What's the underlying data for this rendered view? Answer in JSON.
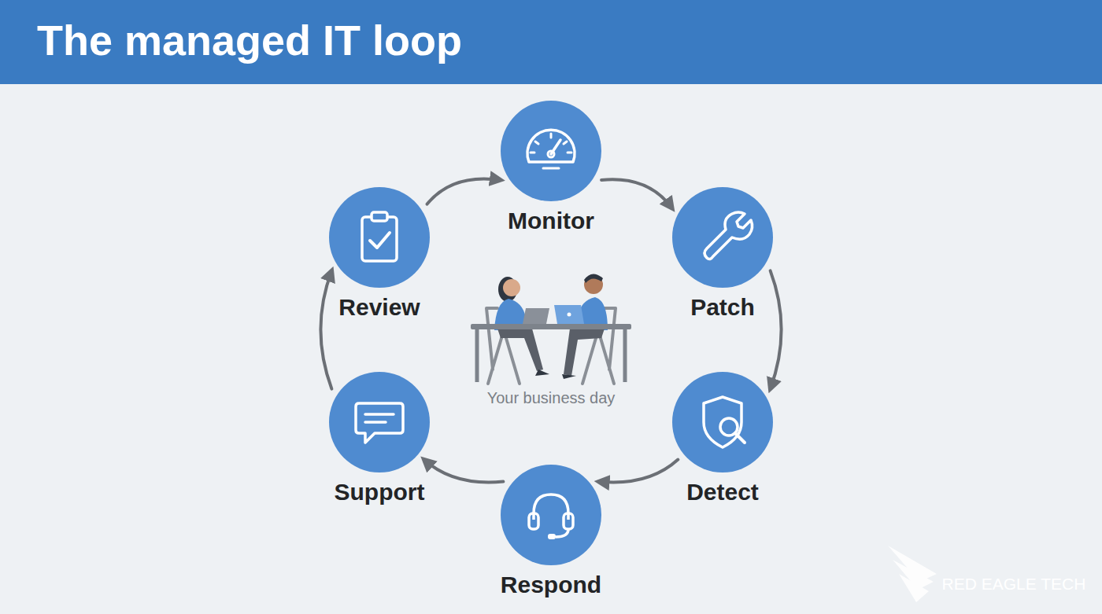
{
  "diagram": {
    "title": "The managed IT loop",
    "nodes": [
      {
        "text": [
          "Monitor"
        ]
      },
      {
        "text": [
          "Patch"
        ]
      },
      {
        "text": [
          "Detect"
        ]
      },
      {
        "text": [
          "Respond"
        ]
      },
      {
        "text": [
          "Support"
        ]
      },
      {
        "text": [
          "Review"
        ]
      }
    ],
    "edges": [
      {
        "from": 0,
        "to": 1,
        "arrow": "to"
      },
      {
        "from": 1,
        "to": 2,
        "arrow": "to"
      },
      {
        "from": 2,
        "to": 3,
        "arrow": "to"
      },
      {
        "from": 3,
        "to": 4,
        "arrow": "to"
      },
      {
        "from": 4,
        "to": 5,
        "arrow": "to"
      },
      {
        "from": 5,
        "to": 0,
        "arrow": "to"
      }
    ],
    "labels": [
      "Your business day",
      "RED EAGLE TECH"
    ]
  }
}
